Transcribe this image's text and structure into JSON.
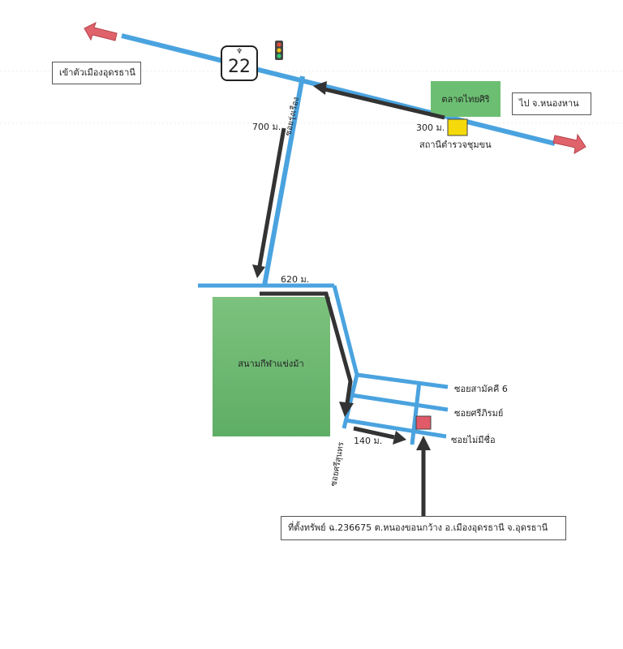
{
  "highway": {
    "number": "22"
  },
  "labels": {
    "to_city": "เข้าตัวเมืองอุดรธานี",
    "to_nong_han": "ไป จ.หนองหาน",
    "market": "ตลาดไทยศิริ",
    "police_station": "สถานีตำรวจชุมขน",
    "dist_300": "300 ม.",
    "dist_700": "700 ม.",
    "dist_620": "620 ม.",
    "dist_140": "140 ม.",
    "soi_rung_rueang": "ซอยรุ่งเรือง",
    "stadium": "สนามกีฬาแข่งม้า",
    "soi_samakkhi": "ซอยสามัคคี 6",
    "soi_sirirom": "ซอยศรีภิรมย์",
    "soi_no_name": "ซอยไม่มีชื่อ",
    "soi_srisunthon": "ซอยศรีสุนทร",
    "property": "ที่ตั้งทรัพย์ ฉ.236675 ต.หนองขอนกว้าง อ.เมืองอุดรธานี จ.อุดรธานี"
  },
  "colors": {
    "road": "#4aa3df",
    "route_arrow": "#333333",
    "direction_arrow": "#e0636b",
    "green_area": "#6cbf72",
    "police_marker": "#f5d90a",
    "property_marker": "#e05a68"
  }
}
